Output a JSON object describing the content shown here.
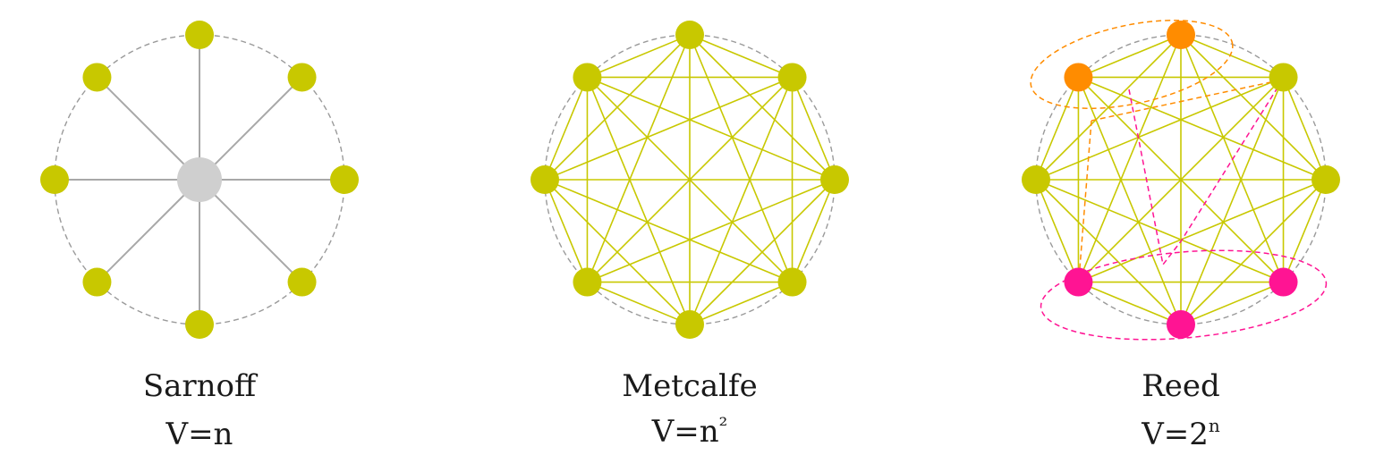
{
  "colors": {
    "node": "#c8c800",
    "edge": "#c8c800",
    "hub": "#cfcfcf",
    "spoke": "#a8a8a8",
    "ring": "#9a9a9a",
    "group_orange": "#ff8c00",
    "group_pink": "#ff1493"
  },
  "diagrams": [
    {
      "key": "sarnoff",
      "title": "Sarnoff",
      "formula_base": "V=n",
      "formula_exp": "",
      "network": "broadcast"
    },
    {
      "key": "metcalfe",
      "title": "Metcalfe",
      "formula_base": "V=n",
      "formula_exp": "²",
      "network": "complete"
    },
    {
      "key": "reed",
      "title": "Reed",
      "formula_base": "V=2",
      "formula_exp": "n",
      "network": "group-forming"
    }
  ]
}
